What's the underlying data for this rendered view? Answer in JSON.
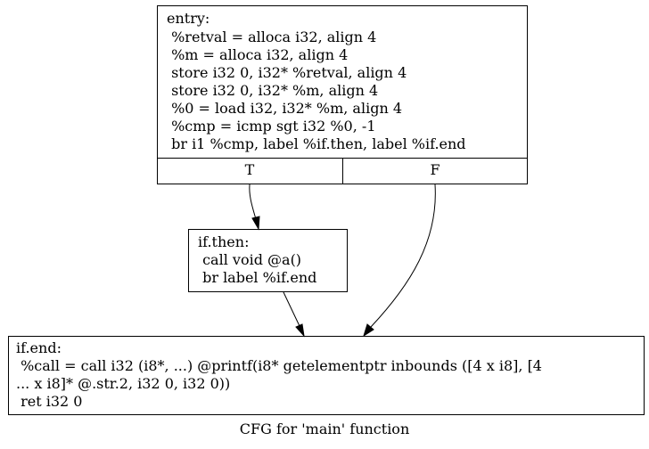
{
  "nodes": {
    "entry": {
      "lines": [
        "entry:",
        " %retval = alloca i32, align 4",
        " %m = alloca i32, align 4",
        " store i32 0, i32* %retval, align 4",
        " store i32 0, i32* %m, align 4",
        " %0 = load i32, i32* %m, align 4",
        " %cmp = icmp sgt i32 %0, -1",
        " br i1 %cmp, label %if.then, label %if.end"
      ],
      "ports": [
        "T",
        "F"
      ]
    },
    "if_then": {
      "lines": [
        "if.then:",
        " call void @a()",
        " br label %if.end"
      ]
    },
    "if_end": {
      "lines": [
        "if.end:",
        " %call = call i32 (i8*, ...) @printf(i8* getelementptr inbounds ([4 x i8], [4",
        "... x i8]* @.str.2, i32 0, i32 0))",
        " ret i32 0"
      ]
    }
  },
  "caption": "CFG for 'main' function"
}
